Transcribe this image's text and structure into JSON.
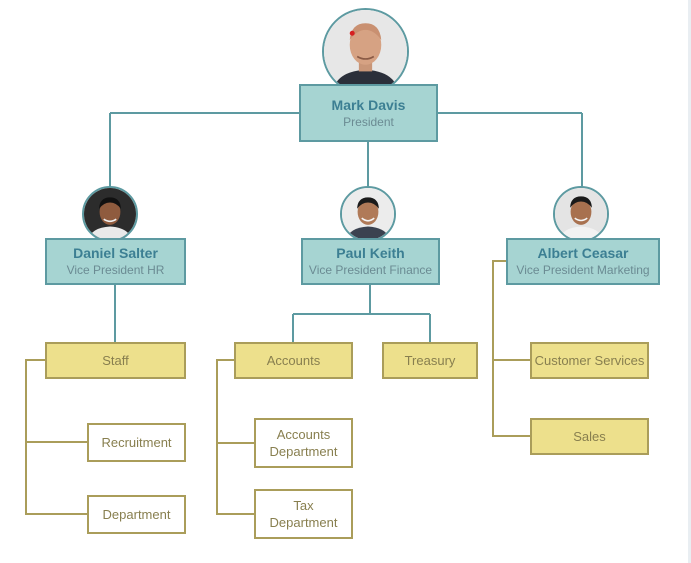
{
  "nodes": {
    "president": {
      "name": "Mark Davis",
      "title": "President"
    },
    "vp_hr": {
      "name": "Daniel Salter",
      "title": "Vice President HR"
    },
    "vp_finance": {
      "name": "Paul Keith",
      "title": "Vice President Finance"
    },
    "vp_marketing": {
      "name": "Albert Ceasar",
      "title": "Vice President Marketing"
    }
  },
  "departments": {
    "staff": "Staff",
    "recruitment": "Recruitment",
    "department": "Department",
    "accounts": "Accounts",
    "treasury": "Treasury",
    "accounts_department": "Accounts\nDepartment",
    "tax_department": "Tax\nDepartment",
    "customer_services": "Customer Services",
    "sales": "Sales"
  },
  "colors": {
    "executive_fill": "#a6d4d2",
    "executive_border": "#5d9aa1",
    "department_fill": "#ede08c",
    "department_border": "#aa9d5a"
  }
}
